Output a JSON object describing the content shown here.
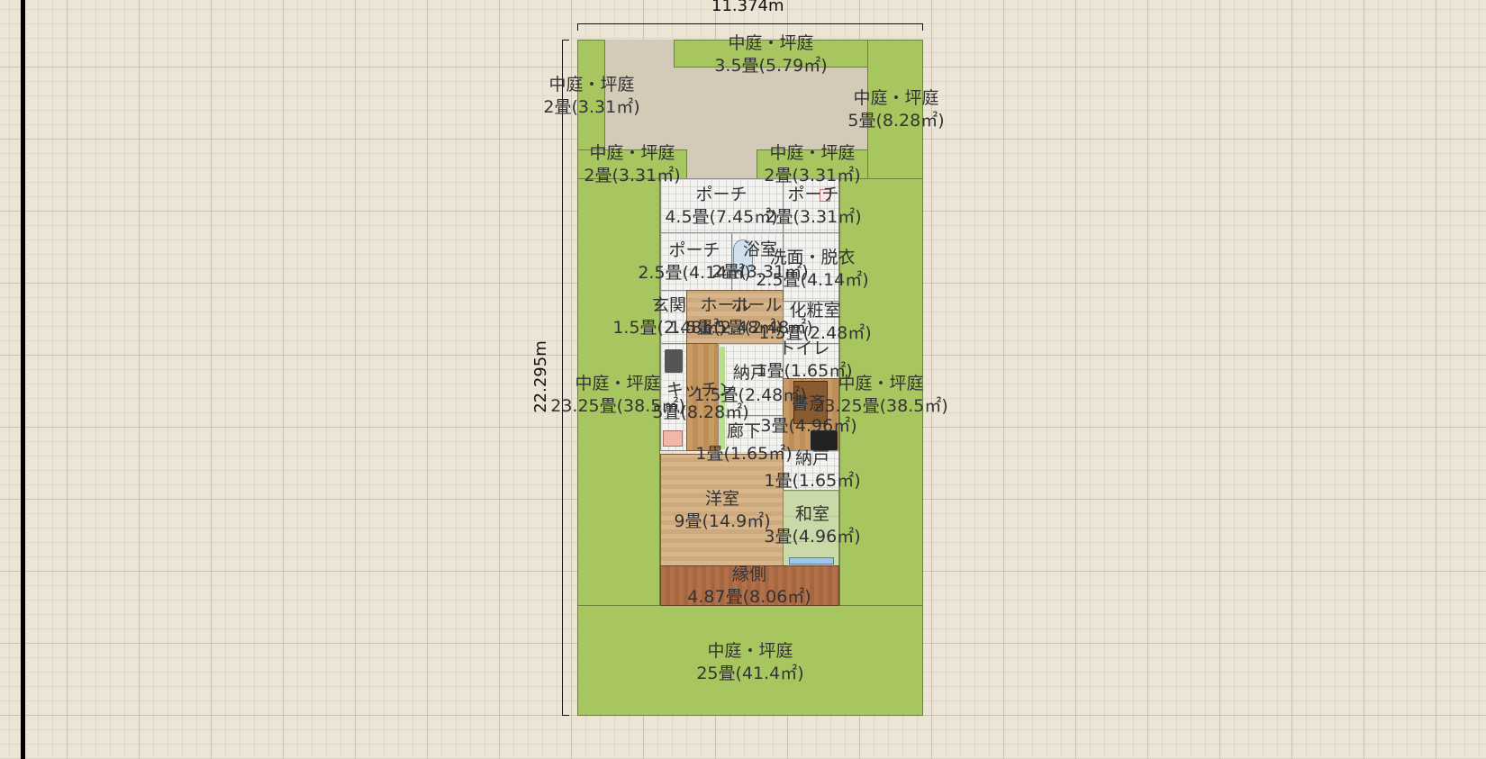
{
  "dimensions": {
    "width_label": "11.374m",
    "height_label": "22.295m"
  },
  "rooms": {
    "garden_top_center": {
      "name": "中庭・坪庭",
      "size": "3.5畳(5.79㎡)"
    },
    "garden_top_left": {
      "name": "中庭・坪庭",
      "size": "2畳(3.31㎡)"
    },
    "garden_top_right": {
      "name": "中庭・坪庭",
      "size": "5畳(8.28㎡)"
    },
    "garden_mid_left": {
      "name": "中庭・坪庭",
      "size": "2畳(3.31㎡)"
    },
    "garden_mid_right": {
      "name": "中庭・坪庭",
      "size": "2畳(3.31㎡)"
    },
    "porch_main": {
      "name": "ポーチ",
      "size": "4.5畳(7.45㎡)"
    },
    "porch_small": {
      "name": "ポーチ",
      "size": "2畳(3.31㎡)"
    },
    "porch_side": {
      "name": "ポーチ",
      "size": "2.5畳(4.14㎡)"
    },
    "bath": {
      "name": "浴室",
      "size": "2畳(3.31㎡)"
    },
    "washroom": {
      "name": "洗面・脱衣",
      "size": "2.5畳(4.14㎡)"
    },
    "entrance": {
      "name": "玄関",
      "size": "1.5畳(2.48㎡)"
    },
    "hall": {
      "name": "ホール",
      "size": "1.5畳(2.48㎡)"
    },
    "hall_2": {
      "name": "ホール",
      "size": "1.5畳(2.48㎡)"
    },
    "powder_room": {
      "name": "化粧室",
      "size": "1.5畳(2.48㎡)"
    },
    "toilet": {
      "name": "トイレ",
      "size": "1畳(1.65㎡)"
    },
    "storage": {
      "name": "納戸",
      "size": "1.5畳(2.48㎡)"
    },
    "kitchen": {
      "name": "キッチン",
      "size": "5畳(8.28㎡)"
    },
    "garden_side_left": {
      "name": "中庭・坪庭",
      "size": "23.25畳(38.5㎡)"
    },
    "garden_side_right": {
      "name": "中庭・坪庭",
      "size": "23.25畳(38.5㎡)"
    },
    "den": {
      "name": "書斎",
      "size": "3畳(4.96㎡)"
    },
    "corridor": {
      "name": "廊下",
      "size": "1畳(1.65㎡)"
    },
    "closet": {
      "name": "納戸",
      "size": "1畳(1.65㎡)"
    },
    "western_room": {
      "name": "洋室",
      "size": "9畳(14.9㎡)"
    },
    "japanese_room": {
      "name": "和室",
      "size": "3畳(4.96㎡)"
    },
    "engawa": {
      "name": "縁側",
      "size": "4.87畳(8.06㎡)"
    },
    "garden_bottom": {
      "name": "中庭・坪庭",
      "size": "25畳(41.4㎡)"
    }
  }
}
